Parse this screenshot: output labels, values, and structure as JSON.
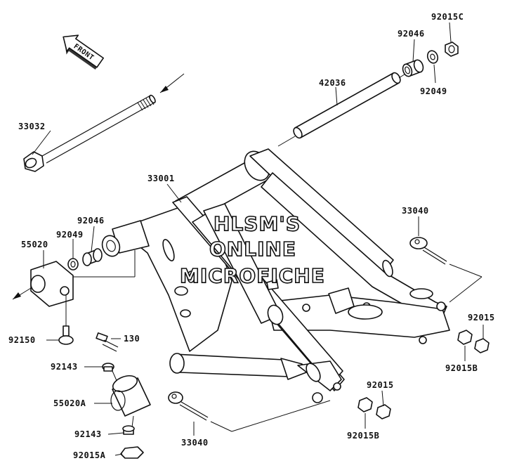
{
  "watermark": {
    "line1": "HLSM'S",
    "line2": "ONLINE",
    "line3": "MICROFICHE"
  },
  "front_arrow": {
    "label": "FRONT"
  },
  "part_labels": {
    "p92015C": "92015C",
    "p92046_top": "92046",
    "p92049_top": "92049",
    "p42036": "42036",
    "p33032": "33032",
    "p33001": "33001",
    "p92046_left": "92046",
    "p92049_left": "92049",
    "p55020": "55020",
    "p33040_right": "33040",
    "p92150": "92150",
    "p130": "130",
    "p92143_top": "92143",
    "p55020A": "55020A",
    "p92143_bottom": "92143",
    "p92015A": "92015A",
    "p33040_bottom": "33040",
    "p92015_right": "92015",
    "p92015B_right": "92015B",
    "p92015_bottom": "92015",
    "p92015B_bottom": "92015B"
  }
}
